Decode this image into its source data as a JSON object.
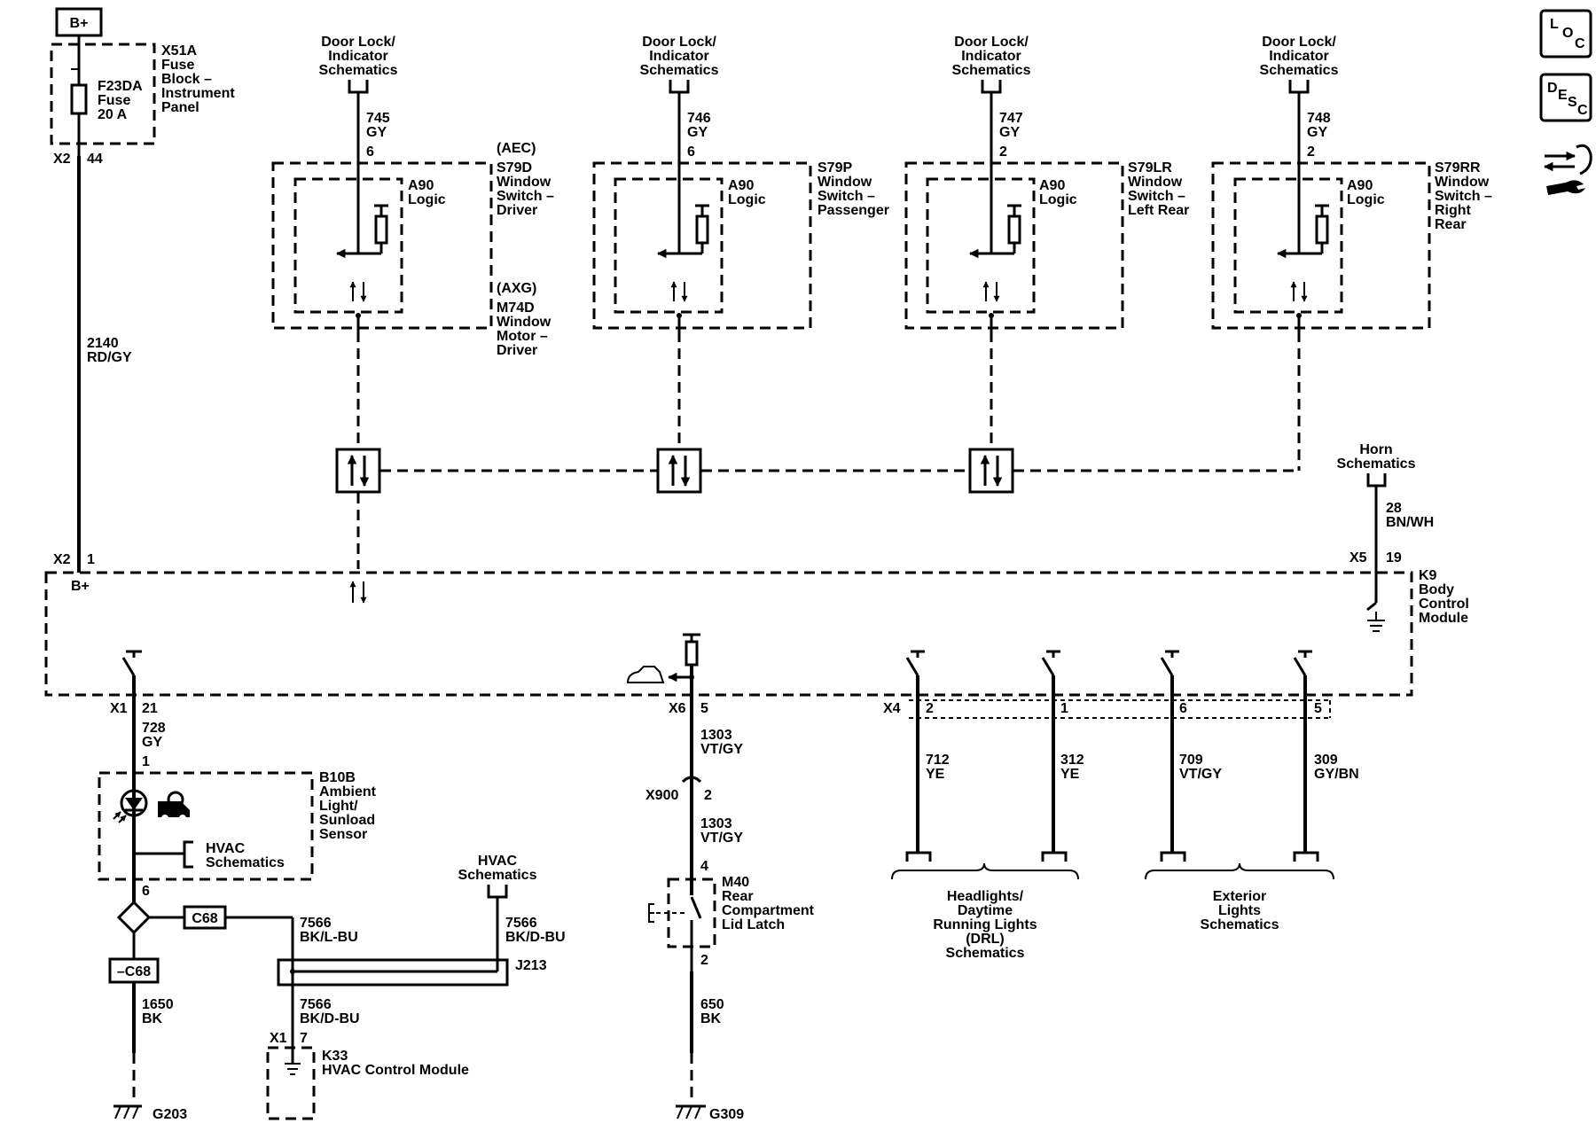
{
  "power": {
    "b_plus": "B+"
  },
  "fuse_block": {
    "ref": "X51A",
    "name_lines": [
      "Fuse",
      "Block –",
      "Instrument",
      "Panel"
    ],
    "fuse_ref": "F23DA",
    "fuse_word": "Fuse",
    "fuse_rating": "20 A",
    "connector": "X2",
    "pin": "44"
  },
  "feed_wire": {
    "circuit": "2140",
    "color": "RD/GY"
  },
  "window_switches": [
    {
      "ref": "S79D",
      "option_top": "(AEC)",
      "name_lines": [
        "Window",
        "Switch –",
        "Driver"
      ],
      "extra_option": "(AXG)",
      "extra_ref": "M74D",
      "extra_lines": [
        "Window",
        "Motor –",
        "Driver"
      ],
      "door_lock_lines": [
        "Door Lock/",
        "Indicator",
        "Schematics"
      ],
      "circuit": "745",
      "color": "GY",
      "pin": "6",
      "logic_ref": "A90",
      "logic_word": "Logic"
    },
    {
      "ref": "S79P",
      "name_lines": [
        "Window",
        "Switch –",
        "Passenger"
      ],
      "door_lock_lines": [
        "Door Lock/",
        "Indicator",
        "Schematics"
      ],
      "circuit": "746",
      "color": "GY",
      "pin": "6",
      "logic_ref": "A90",
      "logic_word": "Logic"
    },
    {
      "ref": "S79LR",
      "name_lines": [
        "Window",
        "Switch –",
        "Left Rear"
      ],
      "door_lock_lines": [
        "Door Lock/",
        "Indicator",
        "Schematics"
      ],
      "circuit": "747",
      "color": "GY",
      "pin": "2",
      "logic_ref": "A90",
      "logic_word": "Logic"
    },
    {
      "ref": "S79RR",
      "name_lines": [
        "Window",
        "Switch –",
        "Right",
        "Rear"
      ],
      "door_lock_lines": [
        "Door Lock/",
        "Indicator",
        "Schematics"
      ],
      "circuit": "748",
      "color": "GY",
      "pin": "2",
      "logic_ref": "A90",
      "logic_word": "Logic"
    }
  ],
  "horn": {
    "lines": [
      "Horn",
      "Schematics"
    ],
    "circuit": "28",
    "color": "BN/WH",
    "connector": "X5",
    "pin": "19"
  },
  "bcm": {
    "ref": "K9",
    "name_lines": [
      "Body",
      "Control",
      "Module"
    ],
    "connector": "X2",
    "pin": "1",
    "b_plus": "B+"
  },
  "ambient_sensor": {
    "connector": "X1",
    "bcm_pin": "21",
    "circuit": "728",
    "color": "GY",
    "pin_top": "1",
    "ref": "B10B",
    "name_lines": [
      "Ambient",
      "Light/",
      "Sunload",
      "Sensor"
    ],
    "hvac_lines": [
      "HVAC",
      "Schematics"
    ],
    "pin_bottom": "6"
  },
  "ground_left": {
    "splice": "C68",
    "splice_bottom": "–C68",
    "circuit": "1650",
    "color": "BK",
    "ground": "G203",
    "wire_a_circuit": "7566",
    "wire_a_color": "BK/L-BU",
    "wire_b_circuit": "7566",
    "wire_b_color": "BK/D-BU",
    "hvac_lines": [
      "HVAC",
      "Schematics"
    ],
    "wire_c_circuit": "7566",
    "wire_c_color": "BK/D-BU",
    "harness": "J213",
    "hvac_connector": "X1",
    "hvac_pin": "7",
    "hvac_module_ref": "K33",
    "hvac_module_name": "HVAC Control Module"
  },
  "rear_latch": {
    "connector": "X6",
    "bcm_pin": "5",
    "circuit_1": "1303",
    "color_1": "VT/GY",
    "inline": "X900",
    "inline_pin": "2",
    "circuit_2": "1303",
    "color_2": "VT/GY",
    "latch_pin_top": "4",
    "ref": "M40",
    "name_lines": [
      "Rear",
      "Compartment",
      "Lid Latch"
    ],
    "latch_pin_bottom": "2",
    "circuit_3": "650",
    "color_3": "BK",
    "ground": "G309"
  },
  "lights": {
    "connector": "X4",
    "outputs": [
      {
        "pin": "2",
        "circuit": "712",
        "color": "YE"
      },
      {
        "pin": "1",
        "circuit": "312",
        "color": "YE"
      },
      {
        "pin": "6",
        "circuit": "709",
        "color": "VT/GY"
      },
      {
        "pin": "5",
        "circuit": "309",
        "color": "GY/BN"
      }
    ],
    "headlights_lines": [
      "Headlights/",
      "Daytime",
      "Running Lights",
      "(DRL)",
      "Schematics"
    ],
    "exterior_lines": [
      "Exterior",
      "Lights",
      "Schematics"
    ]
  },
  "side_icons": {
    "loc": [
      "L",
      "O",
      "C"
    ],
    "desc": [
      "D",
      "E",
      "S",
      "C"
    ],
    "arrows_icon": "swap-arrows-icon",
    "wrench_icon": "wrench-icon"
  }
}
